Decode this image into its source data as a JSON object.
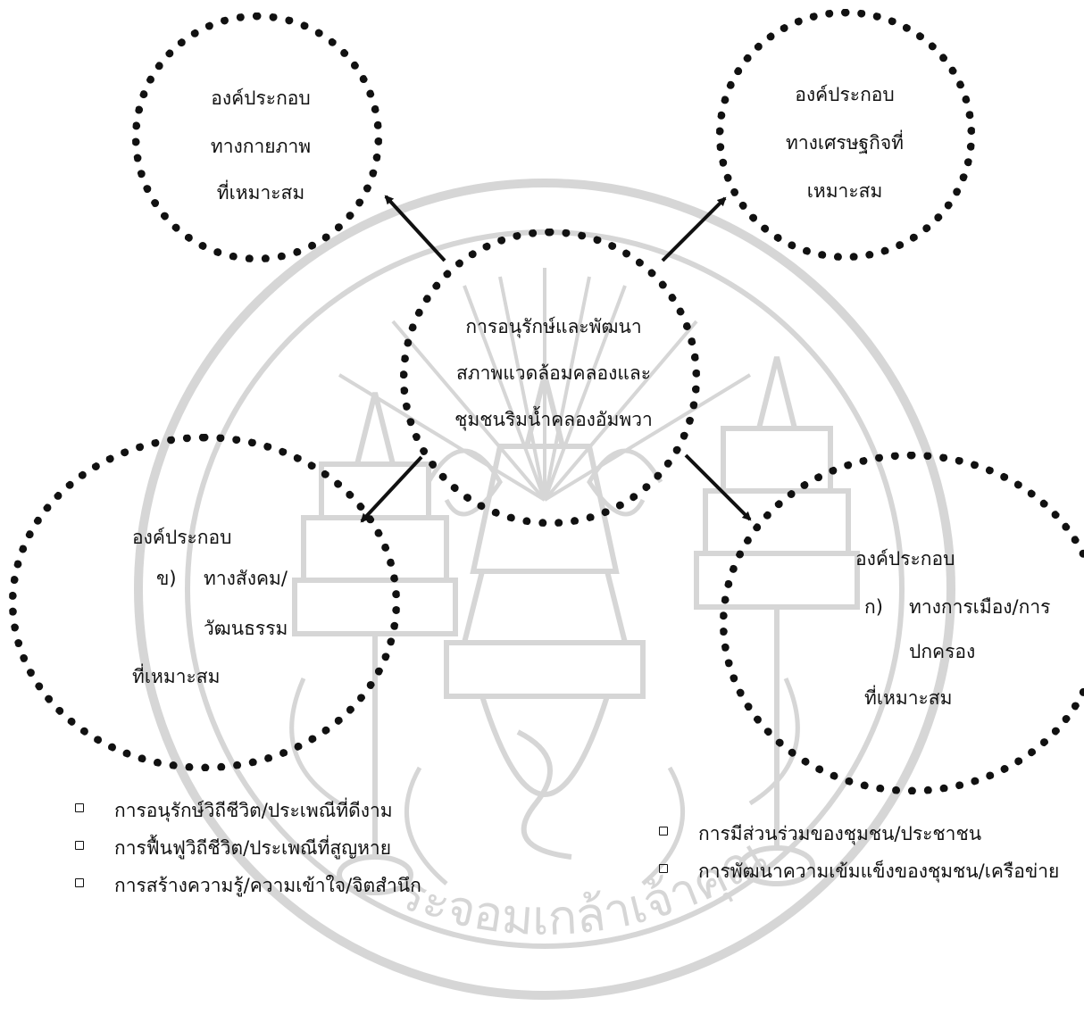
{
  "colors": {
    "ink": "#111111",
    "watermark": "#d6d6d6"
  },
  "center": {
    "lines": [
      "การอนุรักษ์และพัฒนา",
      "สภาพแวดล้อมคลองและ",
      "ชุมชนริมน้ำคลองอัมพวา"
    ]
  },
  "physical": {
    "lines": [
      "องค์ประกอบ",
      "ทางกายภาพ",
      "ที่เหมาะสม"
    ]
  },
  "economic": {
    "lines": [
      "องค์ประกอบ",
      "ทางเศรษฐกิจที่",
      "เหมาะสม"
    ]
  },
  "social": {
    "heading": "องค์ประกอบ",
    "marker": "ข)",
    "line1": "ทางสังคม/",
    "line2": "วัฒนธรรม",
    "tail": "ที่เหมาะสม",
    "bullets": [
      "การอนุรักษ์วิถีชีวิต/ประเพณีที่ดีงาม",
      "การฟื้นฟูวิถีชีวิต/ประเพณีที่สูญหาย",
      "การสร้างความรู้/ความเข้าใจ/จิตสำนึก"
    ]
  },
  "political": {
    "heading": "องค์ประกอบ",
    "marker": "ก)",
    "line1": "ทางการเมือง/การ",
    "line2": "ปกครอง",
    "tail": "ที่เหมาะสม",
    "bullets": [
      "การมีส่วนร่วมของชุมชน/ประชาชน",
      "การพัฒนาความเข้มแข็งของชุมชน/เครือข่าย"
    ]
  },
  "watermark": {
    "arc_text": "ระจอมเกล้าเจ้าคุณ",
    "icon": "university-seal-icon"
  }
}
